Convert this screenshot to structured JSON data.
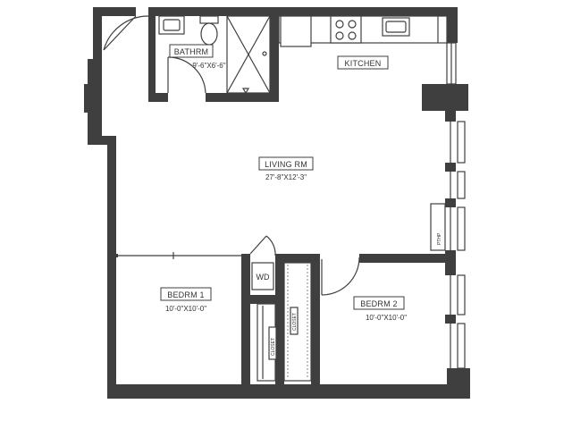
{
  "rooms": {
    "bathroom": {
      "name": "BATHRM",
      "dims": "9'-6\"X6'-6\""
    },
    "kitchen": {
      "name": "KITCHEN"
    },
    "living": {
      "name": "LIVING RM",
      "dims": "27'-8\"X12'-3\""
    },
    "bedroom1": {
      "name": "BEDRM 1",
      "dims": "10'-0\"X10'-0\""
    },
    "bedroom2": {
      "name": "BEDRM 2",
      "dims": "10'-0\"X10'-0\""
    },
    "washer_dryer": {
      "name": "WD"
    },
    "closet_left": {
      "name": "CLOSET"
    },
    "closet_right": {
      "name": "CLOSET"
    },
    "pthp": {
      "name": "PTHP"
    }
  },
  "colors": {
    "wall": "#3f3f40",
    "background": "#ffffff"
  }
}
